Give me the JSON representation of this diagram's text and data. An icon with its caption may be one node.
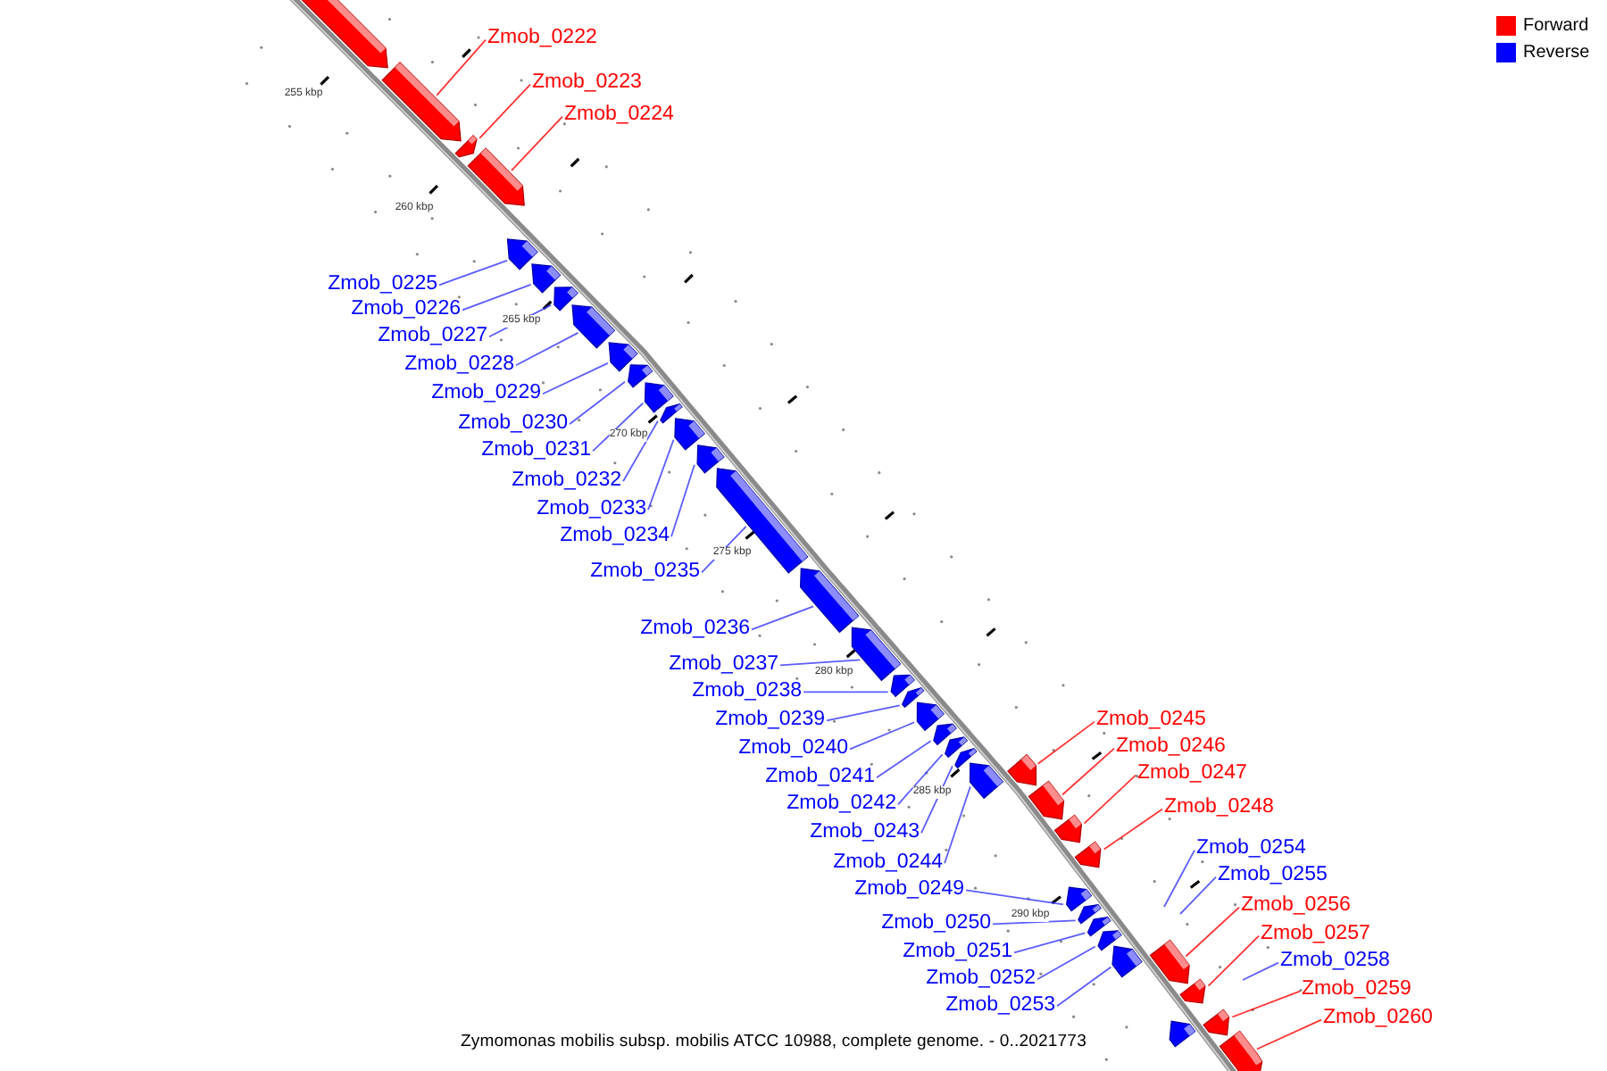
{
  "diagram": {
    "caption": "Zymomonas mobilis subsp. mobilis ATCC 10988, complete genome. - 0..2021773",
    "nodes": [
      {
        "text": [
          "Zmob_0222"
        ]
      },
      {
        "text": [
          "Zmob_0223"
        ]
      },
      {
        "text": [
          "Zmob_0224"
        ]
      },
      {
        "text": [
          "Zmob_0225"
        ]
      },
      {
        "text": [
          "Zmob_0226"
        ]
      },
      {
        "text": [
          "Zmob_0227"
        ]
      },
      {
        "text": [
          "Zmob_0228"
        ]
      },
      {
        "text": [
          "Zmob_0229"
        ]
      },
      {
        "text": [
          "Zmob_0230"
        ]
      },
      {
        "text": [
          "Zmob_0231"
        ]
      },
      {
        "text": [
          "Zmob_0232"
        ]
      },
      {
        "text": [
          "Zmob_0233"
        ]
      },
      {
        "text": [
          "Zmob_0234"
        ]
      },
      {
        "text": [
          "Zmob_0235"
        ]
      },
      {
        "text": [
          "Zmob_0236"
        ]
      },
      {
        "text": [
          "Zmob_0237"
        ]
      },
      {
        "text": [
          "Zmob_0238"
        ]
      },
      {
        "text": [
          "Zmob_0239"
        ]
      },
      {
        "text": [
          "Zmob_0240"
        ]
      },
      {
        "text": [
          "Zmob_0241"
        ]
      },
      {
        "text": [
          "Zmob_0242"
        ]
      },
      {
        "text": [
          "Zmob_0243"
        ]
      },
      {
        "text": [
          "Zmob_0244"
        ]
      },
      {
        "text": [
          "Zmob_0245"
        ]
      },
      {
        "text": [
          "Zmob_0246"
        ]
      },
      {
        "text": [
          "Zmob_0247"
        ]
      },
      {
        "text": [
          "Zmob_0248"
        ]
      },
      {
        "text": [
          "Zmob_0249"
        ]
      },
      {
        "text": [
          "Zmob_0250"
        ]
      },
      {
        "text": [
          "Zmob_0251"
        ]
      },
      {
        "text": [
          "Zmob_0252"
        ]
      },
      {
        "text": [
          "Zmob_0253"
        ]
      },
      {
        "text": [
          "Zmob_0254"
        ]
      },
      {
        "text": [
          "Zmob_0255"
        ]
      },
      {
        "text": [
          "Zmob_0256"
        ]
      },
      {
        "text": [
          "Zmob_0257"
        ]
      },
      {
        "text": [
          "Zmob_0258"
        ]
      },
      {
        "text": [
          "Zmob_0259"
        ]
      },
      {
        "text": [
          "Zmob_0260"
        ]
      },
      {
        "text": [],
        "shape": "bar"
      },
      {
        "text": [],
        "shape": "bar"
      },
      {
        "text": [],
        "shape": "bar"
      },
      {
        "text": [],
        "shape": "bar"
      },
      {
        "text": [],
        "shape": "bar"
      },
      {
        "text": [],
        "shape": "bar"
      },
      {
        "text": [],
        "shape": "bar"
      },
      {
        "text": [],
        "shape": "bar"
      },
      {
        "text": [],
        "shape": "bar"
      },
      {
        "text": [],
        "shape": "bar"
      },
      {
        "text": [],
        "shape": "bar"
      },
      {
        "text": [],
        "shape": "bar"
      },
      {
        "text": [],
        "shape": "bar"
      },
      {
        "text": [],
        "shape": "bar"
      },
      {
        "text": [],
        "shape": "bar"
      },
      {
        "text": [],
        "shape": "bar"
      },
      {
        "text": [],
        "shape": "bar"
      },
      {
        "text": [],
        "shape": "bar"
      },
      {
        "text": [],
        "shape": "bar"
      },
      {
        "text": [],
        "shape": "bar"
      },
      {
        "text": [],
        "shape": "bar"
      },
      {
        "text": [],
        "shape": "bar"
      },
      {
        "text": [],
        "shape": "bar"
      },
      {
        "text": [],
        "shape": "bar"
      },
      {
        "text": [],
        "shape": "bar"
      },
      {
        "text": [],
        "shape": "bar"
      },
      {
        "text": [],
        "shape": "bar"
      },
      {
        "text": [],
        "shape": "bar"
      },
      {
        "text": [],
        "shape": "bar"
      },
      {
        "text": [],
        "shape": "bar"
      },
      {
        "text": [],
        "shape": "bar"
      },
      {
        "text": [],
        "shape": "bar"
      },
      {
        "text": [],
        "shape": "bar"
      },
      {
        "text": [],
        "shape": "bar"
      },
      {
        "text": [],
        "shape": "bar"
      },
      {
        "text": [],
        "shape": "bar"
      },
      {
        "text": [],
        "shape": "bar"
      },
      {
        "text": [],
        "shape": "bar"
      }
    ],
    "edges": [
      {
        "from": 0,
        "to": 40,
        "arrow": "none",
        "color": "#ff0000"
      },
      {
        "from": 1,
        "to": 41,
        "arrow": "none",
        "color": "#ff0000"
      },
      {
        "from": 2,
        "to": 42,
        "arrow": "none",
        "color": "#ff0000"
      },
      {
        "from": 3,
        "to": 43,
        "arrow": "none"
      },
      {
        "from": 4,
        "to": 44,
        "arrow": "none"
      },
      {
        "from": 5,
        "to": 45,
        "arrow": "none"
      },
      {
        "from": 6,
        "to": 46,
        "arrow": "none"
      },
      {
        "from": 7,
        "to": 47,
        "arrow": "none"
      },
      {
        "from": 8,
        "to": 48,
        "arrow": "none"
      },
      {
        "from": 9,
        "to": 49,
        "arrow": "none"
      },
      {
        "from": 10,
        "to": 50,
        "arrow": "none"
      },
      {
        "from": 11,
        "to": 51,
        "arrow": "none"
      },
      {
        "from": 12,
        "to": 52,
        "arrow": "none"
      },
      {
        "from": 13,
        "to": 53,
        "arrow": "none"
      },
      {
        "from": 14,
        "to": 54,
        "arrow": "none"
      },
      {
        "from": 15,
        "to": 55,
        "arrow": "none"
      },
      {
        "from": 16,
        "to": 56,
        "arrow": "none"
      },
      {
        "from": 17,
        "to": 57,
        "arrow": "none"
      },
      {
        "from": 18,
        "to": 58,
        "arrow": "none"
      },
      {
        "from": 19,
        "to": 59,
        "arrow": "none"
      },
      {
        "from": 20,
        "to": 60,
        "arrow": "none"
      },
      {
        "from": 21,
        "to": 61,
        "arrow": "none"
      },
      {
        "from": 22,
        "to": 62,
        "arrow": "none"
      },
      {
        "from": 23,
        "to": 63,
        "arrow": "none",
        "color": "#ff0000"
      },
      {
        "from": 24,
        "to": 64,
        "arrow": "none",
        "color": "#ff0000"
      },
      {
        "from": 25,
        "to": 65,
        "arrow": "none",
        "color": "#ff0000"
      },
      {
        "from": 26,
        "to": 66,
        "arrow": "none",
        "color": "#ff0000"
      },
      {
        "from": 27,
        "to": 67,
        "arrow": "none"
      },
      {
        "from": 28,
        "to": 68,
        "arrow": "none"
      },
      {
        "from": 29,
        "to": 69,
        "arrow": "none"
      },
      {
        "from": 30,
        "to": 70,
        "arrow": "none"
      },
      {
        "from": 31,
        "to": 71,
        "arrow": "none"
      },
      {
        "from": 32,
        "to": null,
        "arrow": "none"
      },
      {
        "from": 33,
        "to": null,
        "arrow": "none"
      },
      {
        "from": 34,
        "to": 72,
        "arrow": "none",
        "color": "#ff0000"
      },
      {
        "from": 35,
        "to": 73,
        "arrow": "none",
        "color": "#ff0000"
      },
      {
        "from": 36,
        "to": null,
        "arrow": "none"
      },
      {
        "from": 37,
        "to": 75,
        "arrow": "none",
        "color": "#ff0000"
      },
      {
        "from": 38,
        "to": 76,
        "arrow": "none",
        "color": "#ff0000"
      }
    ],
    "labels": [
      "255 kbp",
      "260 kbp",
      "265 kbp",
      "270 kbp",
      "275 kbp",
      "280 kbp",
      "285 kbp",
      "290 kbp"
    ],
    "legend": [
      {
        "text": "Forward",
        "color": "#ff0000"
      },
      {
        "text": "Reverse",
        "color": "#0000ff"
      }
    ]
  }
}
